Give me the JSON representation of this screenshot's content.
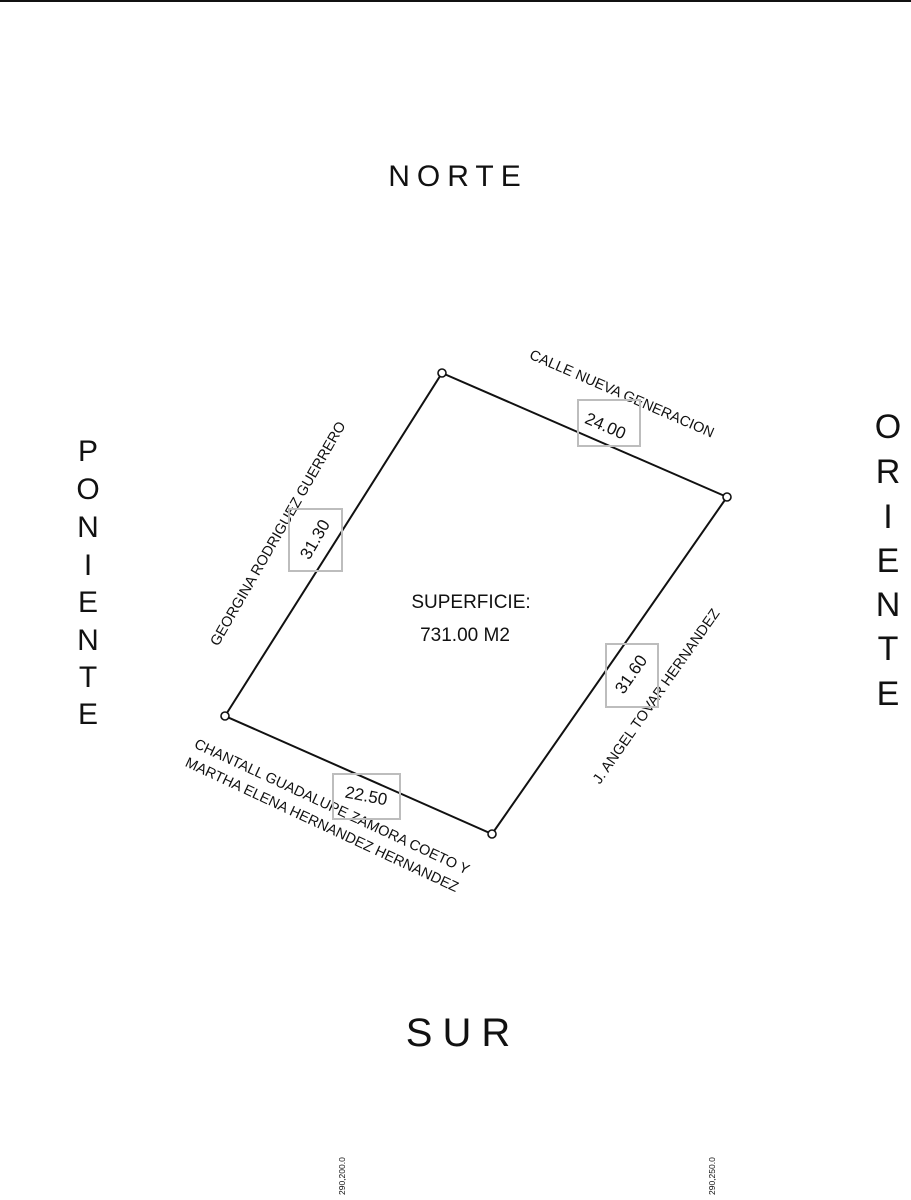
{
  "directions": {
    "north": "NORTE",
    "south": "SUR",
    "west": [
      "P",
      "O",
      "N",
      "I",
      "E",
      "N",
      "T",
      "E"
    ],
    "east": [
      "O",
      "R",
      "I",
      "E",
      "N",
      "T",
      "E"
    ]
  },
  "neighbors": {
    "north": "CALLE NUEVA GENERACION",
    "west": "GEORGINA RODRIGUEZ GUERRERO",
    "east": "J. ANGEL TOVAR HERNANDEZ",
    "south_line1": "CHANTALL GUADALUPE ZAMORA COETO Y",
    "south_line2": "MARTHA ELENA HERNANDEZ HERNANDEZ"
  },
  "measurements": {
    "north": "24.00",
    "west": "31.30",
    "east": "31.60",
    "south": "22.50"
  },
  "area": {
    "label": "SUPERFICIE:",
    "value": "731.00 M2"
  },
  "coordinates": {
    "left": "290,200.0",
    "right": "290,250.0"
  }
}
